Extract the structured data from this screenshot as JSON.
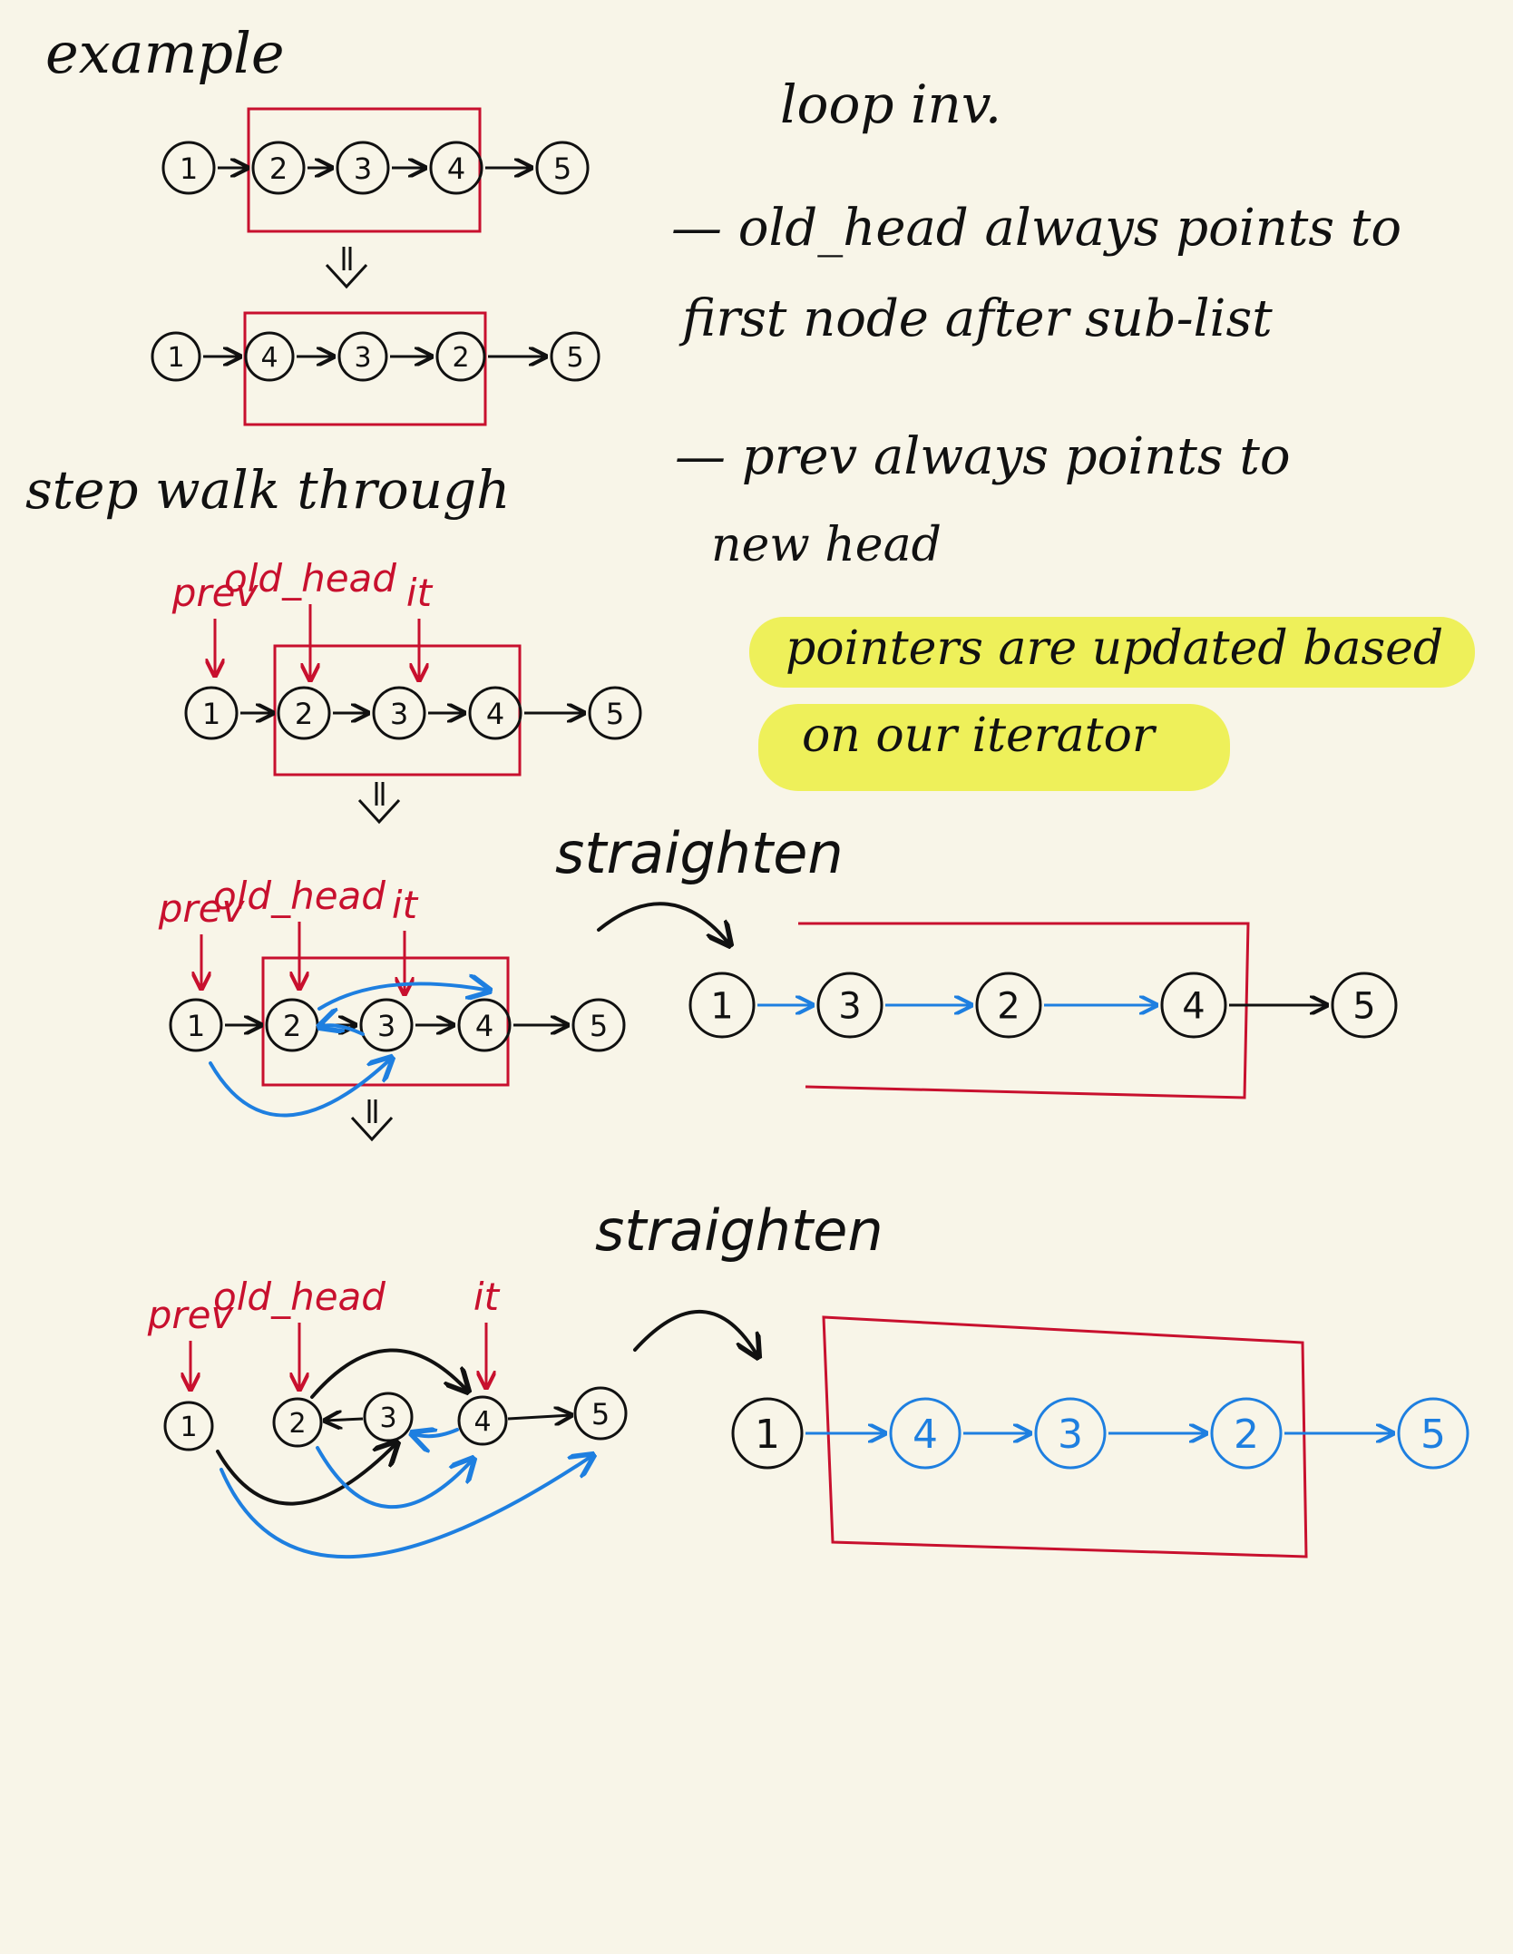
{
  "headings": {
    "example": "example",
    "step_walk": "step walk through",
    "loop_inv": "loop inv."
  },
  "invariants": {
    "item1_line1": "— old_head always points to",
    "item1_line2": "first node after sub-list",
    "item2_line1": "— prev always points to",
    "item2_line2": "new head"
  },
  "highlight": {
    "line1": "pointers are updated based",
    "line2": "on our iterator"
  },
  "pointer_labels": {
    "prev": "prev",
    "old_head": "old_head",
    "it": "it"
  },
  "straighten_label": "straighten",
  "example_lists": {
    "before": [
      "1",
      "2",
      "3",
      "4",
      "5"
    ],
    "after": [
      "1",
      "4",
      "3",
      "2",
      "5"
    ]
  },
  "step_lists": {
    "step1": [
      "1",
      "2",
      "3",
      "4",
      "5"
    ],
    "step2": [
      "1",
      "2",
      "3",
      "4",
      "5"
    ],
    "step2_straight": [
      "1",
      "3",
      "2",
      "4",
      "5"
    ],
    "step3": [
      "1",
      "2",
      "3",
      "4",
      "5"
    ],
    "step3_straight": [
      "1",
      "4",
      "3",
      "2",
      "5"
    ]
  },
  "colors": {
    "ink": "#111111",
    "red": "#c8102e",
    "blue": "#1e7fe0",
    "highlight": "#eef05a",
    "paper": "#f8f5e8"
  }
}
